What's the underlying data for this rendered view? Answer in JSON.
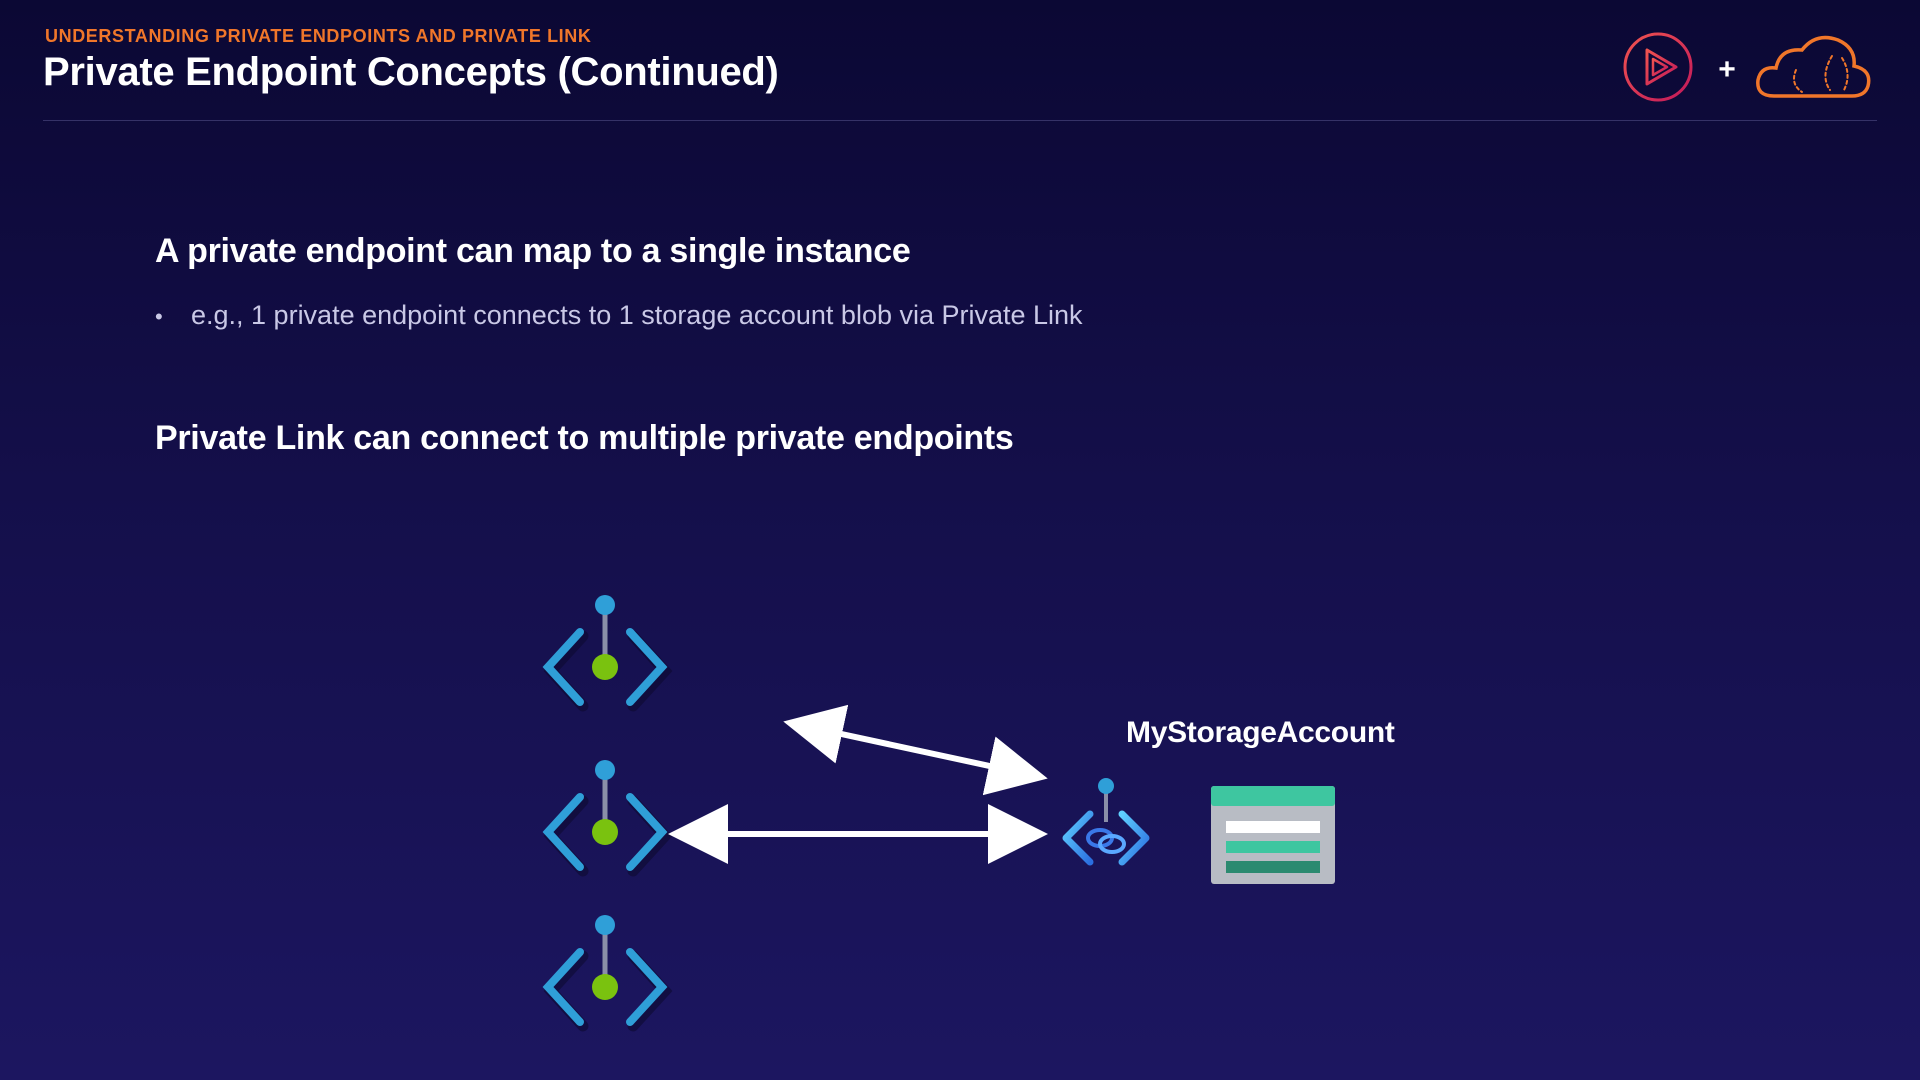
{
  "header": {
    "kicker": "UNDERSTANDING PRIVATE ENDPOINTS AND PRIVATE LINK",
    "title": "Private Endpoint Concepts (Continued)",
    "logo_separator": "+"
  },
  "content": {
    "point_1": {
      "heading": "A private endpoint can map to a single instance",
      "bullet": "e.g., 1 private endpoint connects to 1 storage account blob via Private Link"
    },
    "point_2": {
      "heading": "Private Link can connect to multiple private endpoints"
    }
  },
  "diagram": {
    "storage_account_label": "MyStorageAccount",
    "icons": {
      "endpoint_top": "private-endpoint-icon",
      "endpoint_middle": "private-endpoint-icon",
      "endpoint_bottom": "private-endpoint-icon",
      "private_link": "private-link-icon",
      "storage": "storage-account-icon"
    }
  },
  "colors": {
    "accent_orange": "#f0762a",
    "play_logo": "#e0245e",
    "endpoint_bracket": "#2f9fd8",
    "endpoint_dot_green": "#7ac20f",
    "endpoint_dot_blue": "#2f9fd8",
    "storage_teal": "#3ec6a0",
    "arrow": "#ffffff"
  }
}
